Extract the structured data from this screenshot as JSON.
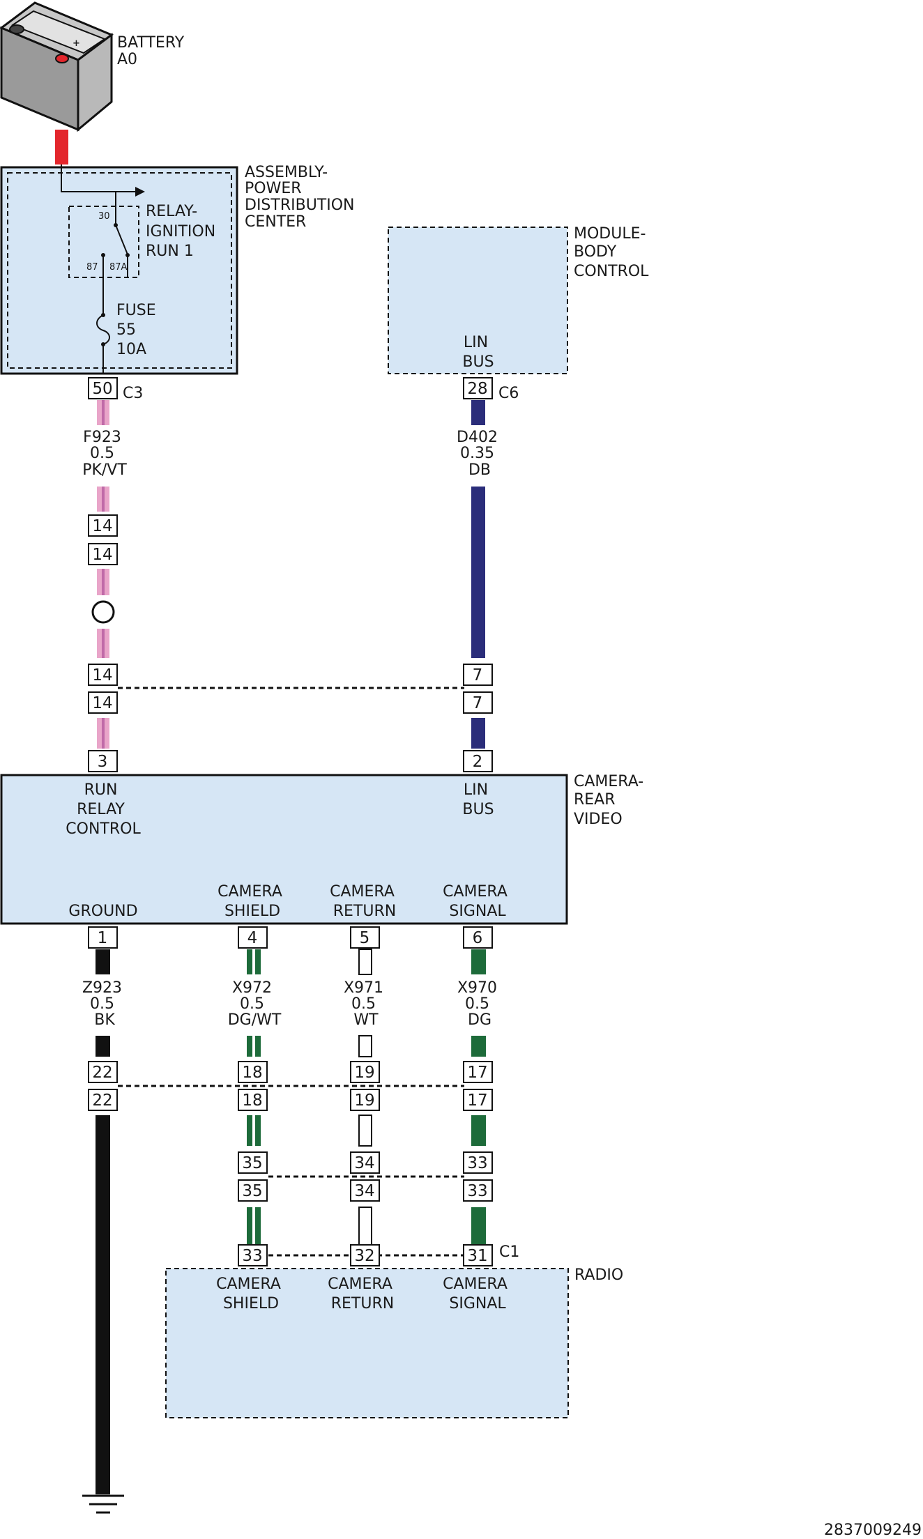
{
  "battery": {
    "line1": "BATTERY",
    "line2": "A0"
  },
  "pdc": {
    "title": [
      "ASSEMBLY-",
      "POWER",
      "DISTRIBUTION",
      "CENTER"
    ],
    "relay": {
      "lines": [
        "RELAY-",
        "IGNITION",
        "RUN 1"
      ],
      "pin30": "30",
      "pin87": "87",
      "pin87a": "87A"
    },
    "fuse": {
      "lines": [
        "FUSE",
        "55",
        "10A"
      ]
    },
    "connector": {
      "pin": "50",
      "name": "C3"
    }
  },
  "bcm": {
    "title": [
      "MODULE-",
      "BODY",
      "CONTROL"
    ],
    "port": [
      "LIN",
      "BUS"
    ],
    "connector": {
      "pin": "28",
      "name": "C6"
    }
  },
  "wires": {
    "f923": {
      "circuit": "F923",
      "gauge": "0.5",
      "color": "PK/VT"
    },
    "d402": {
      "circuit": "D402",
      "gauge": "0.35",
      "color": "DB"
    },
    "z923": {
      "circuit": "Z923",
      "gauge": "0.5",
      "color": "BK"
    },
    "x972": {
      "circuit": "X972",
      "gauge": "0.5",
      "color": "DG/WT"
    },
    "x971": {
      "circuit": "X971",
      "gauge": "0.5",
      "color": "WT"
    },
    "x970": {
      "circuit": "X970",
      "gauge": "0.5",
      "color": "DG"
    }
  },
  "inline": {
    "f923_a": "14",
    "f923_b": "14",
    "f923_c": "14",
    "f923_d": "14",
    "d402_a": "7",
    "d402_b": "7",
    "z923_a": "22",
    "z923_b": "22",
    "x972_a": "18",
    "x972_b": "18",
    "x972_c": "35",
    "x972_d": "35",
    "x971_a": "19",
    "x971_b": "19",
    "x971_c": "34",
    "x971_d": "34",
    "x970_a": "17",
    "x970_b": "17",
    "x970_c": "33",
    "x970_d": "33"
  },
  "camera": {
    "title": [
      "CAMERA-",
      "REAR",
      "VIDEO"
    ],
    "pin_run": "3",
    "pin_lin": "2",
    "run_label": [
      "RUN",
      "RELAY",
      "CONTROL"
    ],
    "lin_label": [
      "LIN",
      "BUS"
    ],
    "bottom_labels": {
      "ground": [
        "GROUND"
      ],
      "shield": [
        "CAMERA",
        "SHIELD"
      ],
      "return": [
        "CAMERA",
        "RETURN"
      ],
      "signal": [
        "CAMERA",
        "SIGNAL"
      ]
    },
    "pins_bottom": {
      "ground": "1",
      "shield": "4",
      "return": "5",
      "signal": "6"
    }
  },
  "radio": {
    "title": "RADIO",
    "connector": "C1",
    "pins": {
      "shield": "33",
      "return": "32",
      "signal": "31"
    },
    "labels": {
      "shield": [
        "CAMERA",
        "SHIELD"
      ],
      "return": [
        "CAMERA",
        "RETURN"
      ],
      "signal": [
        "CAMERA",
        "SIGNAL"
      ]
    }
  },
  "diagram_id": "2837009249",
  "colors": {
    "box_fill": "#d6e6f5",
    "battery_red": "#e3262c",
    "pink": "#e9a5c9",
    "violet": "#c06aa8",
    "dark_blue": "#2b2d7a",
    "dark_green": "#1d6b3a",
    "black": "#111111"
  }
}
